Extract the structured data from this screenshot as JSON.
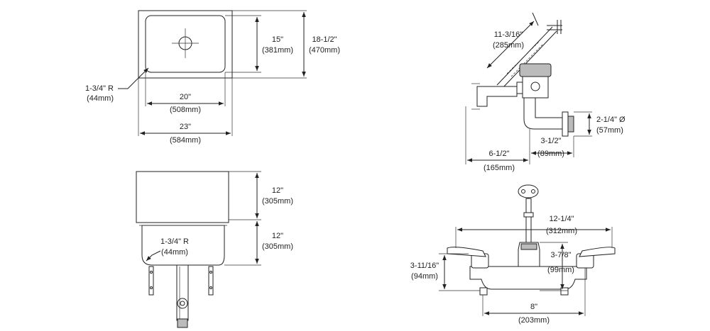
{
  "top_view": {
    "radius": {
      "imperial": "1-3/4\" R",
      "metric": "(44mm)"
    },
    "bowl_depth": {
      "imperial": "15\"",
      "metric": "(381mm)"
    },
    "overall_depth": {
      "imperial": "18-1/2\"",
      "metric": "(470mm)"
    },
    "bowl_width": {
      "imperial": "20\"",
      "metric": "(508mm)"
    },
    "overall_width": {
      "imperial": "23\"",
      "metric": "(584mm)"
    }
  },
  "side_view": {
    "radius": {
      "imperial": "1-3/4\" R",
      "metric": "(44mm)"
    },
    "upper_height": {
      "imperial": "12\"",
      "metric": "(305mm)"
    },
    "lower_height": {
      "imperial": "12\"",
      "metric": "(305mm)"
    }
  },
  "faucet_side": {
    "spout_reach": {
      "imperial": "11-3/16\"",
      "metric": "(285mm)"
    },
    "outlet_dia": {
      "imperial": "2-1/4\" Ø",
      "metric": "(57mm)"
    },
    "inlet_offset": {
      "imperial": "3-1/2\"",
      "metric": "(89mm)"
    },
    "spout_offset": {
      "imperial": "6-1/2\"",
      "metric": "(165mm)"
    }
  },
  "faucet_front": {
    "overall_width": {
      "imperial": "12-1/4\"",
      "metric": "(312mm)"
    },
    "vacuum_height": {
      "imperial": "3-7/8\"",
      "metric": "(99mm)"
    },
    "body_height": {
      "imperial": "3-11/16\"",
      "metric": "(94mm)"
    },
    "centers": {
      "imperial": "8\"",
      "metric": "(203mm)"
    }
  }
}
